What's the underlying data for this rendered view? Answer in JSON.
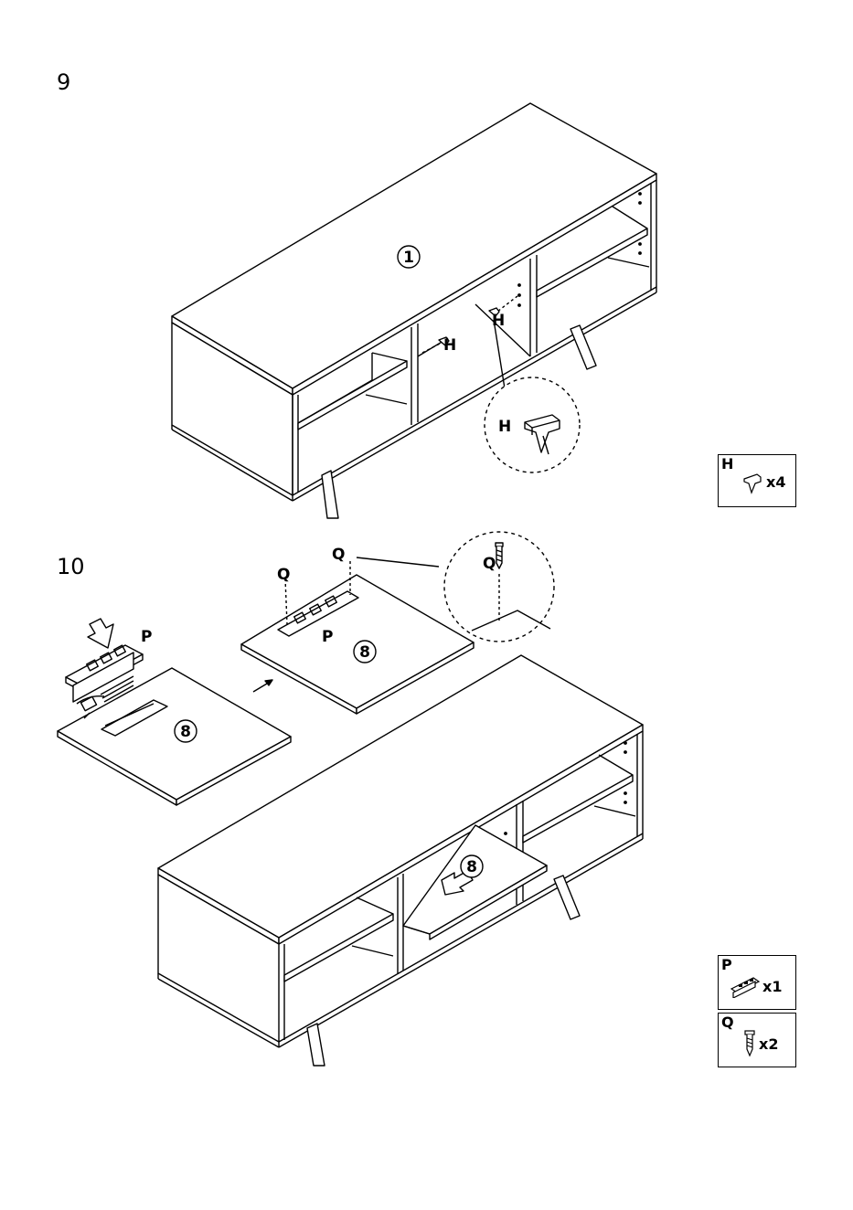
{
  "steps": [
    {
      "number": "9"
    },
    {
      "number": "10"
    }
  ],
  "step9": {
    "cabinet_label": "1",
    "bracket_label": "H",
    "detail_label": "H"
  },
  "step10": {
    "screw_label": "Q",
    "powerstrip_label": "P",
    "panel_label": "8",
    "detail_screw_label": "Q"
  },
  "parts": [
    {
      "letter": "H",
      "qty": "x4",
      "icon": "shelf-bracket-icon"
    },
    {
      "letter": "P",
      "qty": "x1",
      "icon": "power-strip-icon"
    },
    {
      "letter": "Q",
      "qty": "x2",
      "icon": "screw-icon"
    }
  ]
}
